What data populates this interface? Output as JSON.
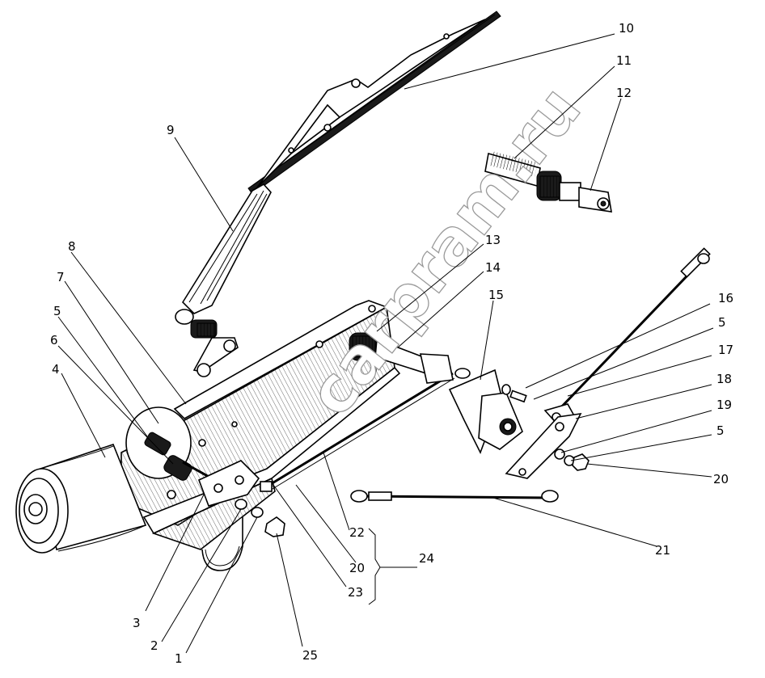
{
  "watermark": "carpram.ru",
  "bracket_label": "24",
  "callouts": {
    "c1": "1",
    "c2": "2",
    "c3": "3",
    "c4": "4",
    "c5a": "5",
    "c5b": "5",
    "c5c": "5",
    "c6": "6",
    "c7": "7",
    "c8": "8",
    "c9": "9",
    "c10": "10",
    "c11": "11",
    "c12": "12",
    "c13": "13",
    "c14": "14",
    "c15": "15",
    "c16": "16",
    "c17": "17",
    "c18": "18",
    "c19": "19",
    "c20a": "20",
    "c20b": "20",
    "c21": "21",
    "c22": "22",
    "c23": "23",
    "c25": "25"
  }
}
